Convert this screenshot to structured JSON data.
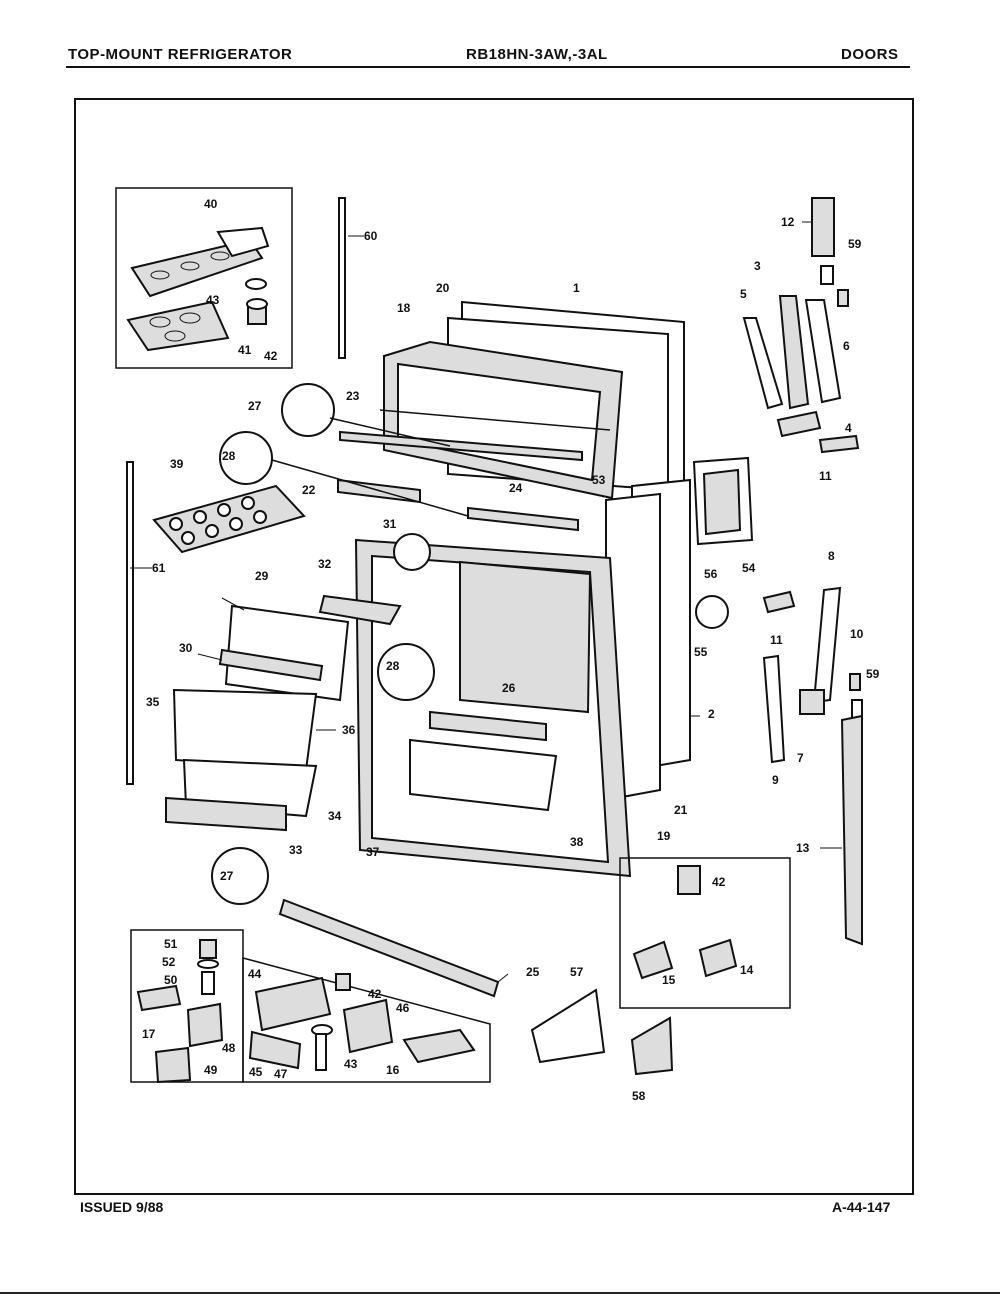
{
  "header": {
    "left": "TOP-MOUNT REFRIGERATOR",
    "center": "RB18HN-3AW,-3AL",
    "right": "DOORS"
  },
  "footer": {
    "left": "ISSUED 9/88",
    "right": "A-44-147"
  },
  "callouts": {
    "c1": "1",
    "c2": "2",
    "c3": "3",
    "c4": "4",
    "c5": "5",
    "c6": "6",
    "c7": "7",
    "c8": "8",
    "c9": "9",
    "c10": "10",
    "c11a": "11",
    "c11b": "11",
    "c12": "12",
    "c13": "13",
    "c14": "14",
    "c15": "15",
    "c16": "16",
    "c17": "17",
    "c18": "18",
    "c19": "19",
    "c20": "20",
    "c21": "21",
    "c22": "22",
    "c23": "23",
    "c24": "24",
    "c25": "25",
    "c26": "26",
    "c27a": "27",
    "c27b": "27",
    "c28a": "28",
    "c28b": "28",
    "c29": "29",
    "c30": "30",
    "c31": "31",
    "c32": "32",
    "c33": "33",
    "c34": "34",
    "c35": "35",
    "c36": "36",
    "c37": "37",
    "c38": "38",
    "c39": "39",
    "c40": "40",
    "c41": "41",
    "c42a": "42",
    "c42b": "42",
    "c42c": "42",
    "c43a": "43",
    "c43b": "43",
    "c44": "44",
    "c45": "45",
    "c46": "46",
    "c47": "47",
    "c48": "48",
    "c49": "49",
    "c50": "50",
    "c51": "51",
    "c52": "52",
    "c53": "53",
    "c54": "54",
    "c55": "55",
    "c56": "56",
    "c57": "57",
    "c58": "58",
    "c59a": "59",
    "c59b": "59",
    "c60": "60",
    "c61": "61"
  }
}
